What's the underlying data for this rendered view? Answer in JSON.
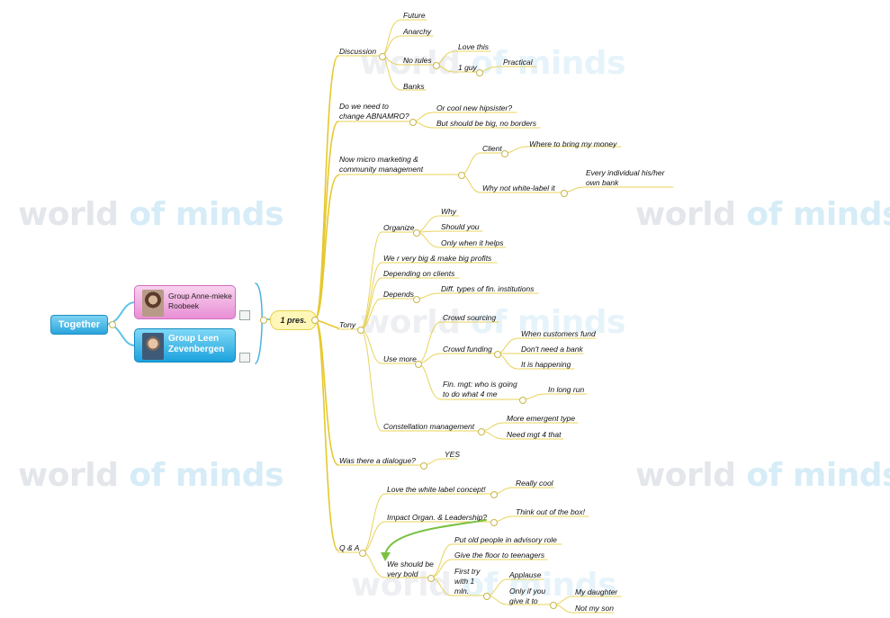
{
  "root": {
    "label": "Together"
  },
  "groups": [
    {
      "label": "Group Anne-mieke Roobeek"
    },
    {
      "label": "Group Leen Zevenbergen"
    }
  ],
  "center": {
    "label": "1 pres."
  },
  "watermark": {
    "part1": "world ",
    "part2": "of minds"
  },
  "nodes": {
    "discussion": "Discussion",
    "future": "Future",
    "anarchy": "Anarchy",
    "no_rules": "No rules",
    "love_this": "Love this",
    "one_guy": "1 guy",
    "practical": "Practical",
    "banks": "Banks",
    "do_we_need": "Do we need to change ABNAMRO?",
    "or_cool": "Or cool new hipsister?",
    "but_should": "But should be big, no borders",
    "now_micro": "Now micro marketing & community management",
    "client": "Client",
    "where_to": "Where to bring my money",
    "why_not": "Why not white-label it",
    "every_ind": "Every individual his/her own bank",
    "tony": "Tony",
    "organize": "Organize",
    "why": "Why",
    "should_you": "Should you",
    "only_when": "Only when it helps",
    "we_r_big": "We r very big & make big profits",
    "depending": "Depending on clients",
    "depends": "Depends",
    "diff_types": "Diff. types of fin. institutions",
    "use_more": "Use more",
    "crowd_sourcing": "Crowd sourcing",
    "crowd_funding": "Crowd funding",
    "when_customers": "When customers fund",
    "dont_need": "Don't need a bank",
    "it_is_happening": "It is happening",
    "fin_mgt": "Fin. mgt: who is going to do what 4 me",
    "in_long_run": "In long run",
    "constellation": "Constellation management",
    "more_emergent": "More emergent type",
    "need_mgt": "Need mgt 4 that",
    "was_dialogue": "Was there a dialogue?",
    "yes": "YES",
    "qa": "Q & A",
    "love_white": "Love the white label concept!",
    "really_cool": "Really cool",
    "impact": "Impact Organ. & Leadership?",
    "think_out": "Think out of the box!",
    "we_should": "We should be very bold",
    "put_old": "Put old people in advisory role",
    "give_floor": "Give the floor to teenagers",
    "first_try": "First try with 1 mln.",
    "applause": "Applause",
    "only_if": "Only if you give it to",
    "my_daughter": "My daughter",
    "not_my_son": "Not my son"
  }
}
